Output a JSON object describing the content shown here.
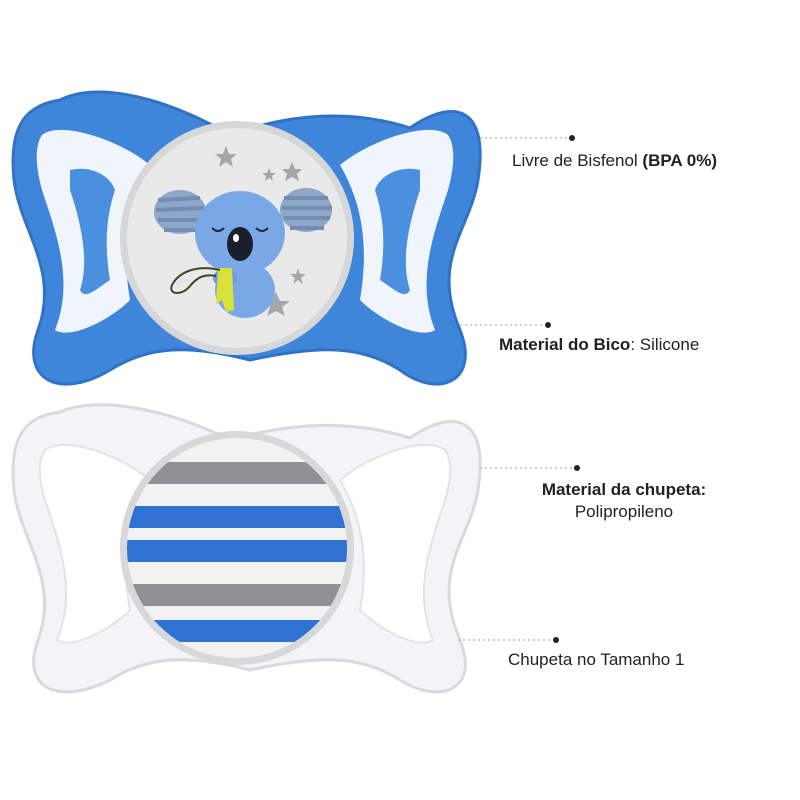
{
  "colors": {
    "blue_shield": "#3f86da",
    "blue_shield_edge": "#2f72c6",
    "clear_shield": "#f3f4f6",
    "disc": "#e8e8e9",
    "stripe_blue": "#2f72d2",
    "stripe_gray": "#8f9295",
    "koala_blue": "#7aa8e6",
    "koala_stripe": "#8fa6c4",
    "star_gray": "#a3a6aa",
    "accent_yellow": "#d8e23a",
    "leader_line": "#bdbdbd",
    "text": "#222222"
  },
  "callouts": [
    {
      "label": "Livre de Bisfenol ",
      "value": "(BPA 0%)"
    },
    {
      "label": "Material do Bico",
      "value": ": Silicone"
    },
    {
      "label": "Material da chupeta:",
      "value": "Polipropileno"
    },
    {
      "label": "Chupeta no Tamanho 1",
      "value": ""
    }
  ],
  "icons": {
    "top_disc_illustration": "koala-icon",
    "bottom_disc_pattern": "stripes"
  }
}
